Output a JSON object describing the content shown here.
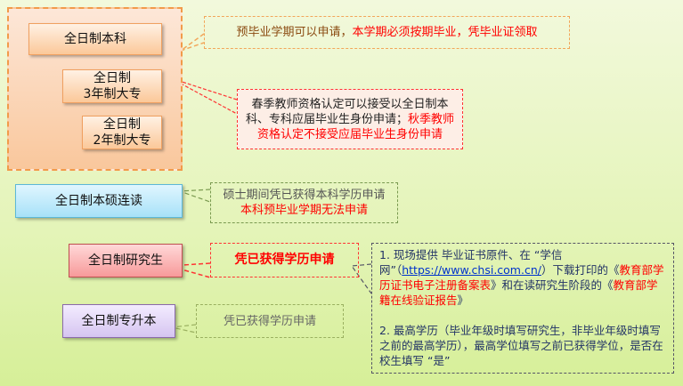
{
  "nodes": {
    "undergrad": "全日制本科",
    "college3_l1": "全日制",
    "college3_l2": "3年制大专",
    "college2_l1": "全日制",
    "college2_l2": "2年制大专",
    "bachelor_master": "全日制本硕连读",
    "graduate": "全日制研究生",
    "upgrade": "全日制专升本"
  },
  "callouts": {
    "undergrad_a": "预毕业学期可以申请，",
    "undergrad_b": "本学期必须按期毕业，凭毕业证领取",
    "college_a": "春季教师资格认定可以接受以全日制本科、专科应届毕业生身份申请；",
    "college_b": "秋季教师资格认定不接受应届毕业生身份申请",
    "bm_a": "硕士期间凭已获得本科学历申请",
    "bm_b": "本科预毕业学期无法申请",
    "graduate": "凭已获得学历申请",
    "upgrade": "凭已获得学历申请",
    "detail": {
      "p1_a": "1. 现场提供 毕业证书原件、在 “学信网”（",
      "link": "https://www.chsi.com.cn/",
      "p1_b": "）下载打印的《",
      "p1_c": "教育部学历证书电子注册备案表",
      "p1_d": "》和在读研究生阶段的《",
      "p1_e": "教育部学籍在线验证报告",
      "p1_f": "》",
      "p2": "2. 最高学历（毕业年级时填写研究生，非毕业年级时填写之前的最高学历），最高学位填写之前已获得学位，是否在校生填写 “是”"
    }
  }
}
